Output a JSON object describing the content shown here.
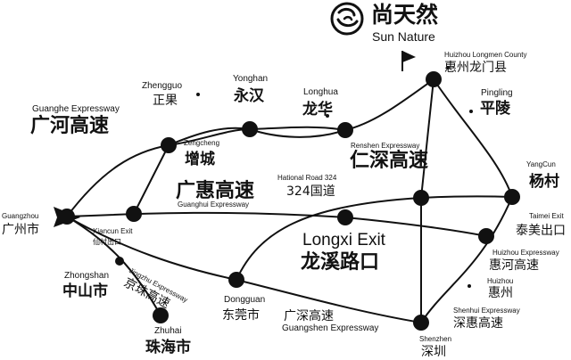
{
  "brand": {
    "name_zh": "尚天然",
    "name_en": "Sun Nature"
  },
  "cities": {
    "guangzhou": {
      "en": "Guangzhou",
      "zh": "广州市"
    },
    "zhengguo": {
      "en": "Zhengguo",
      "zh": "正果"
    },
    "zengcheng": {
      "en": "Zengcheng",
      "zh": "增城"
    },
    "yonghan": {
      "en": "Yonghan",
      "zh": "永汉"
    },
    "longhua": {
      "en": "Longhua",
      "zh": "龙华"
    },
    "longmen": {
      "en": "Huizhou Longmen County",
      "zh": "惠州龙门县"
    },
    "pingling": {
      "en": "Pingling",
      "zh": "平陵"
    },
    "yangcun": {
      "en": "YangCun",
      "zh": "杨村"
    },
    "zhongshan": {
      "en": "Zhongshan",
      "zh": "中山市"
    },
    "zhuhai": {
      "en": "Zhuhai",
      "zh": "珠海市"
    },
    "dongguan": {
      "en": "Dongguan",
      "zh": "东莞市"
    },
    "huizhou": {
      "en": "Huizhou",
      "zh": "惠州"
    },
    "shenzhen": {
      "en": "Shenzhen",
      "zh": "深圳"
    }
  },
  "roads": {
    "guanghe": {
      "en": "Guanghe Expressway",
      "zh": "广河高速"
    },
    "renshen": {
      "en": "Renshen Expressway",
      "zh": "仁深高速"
    },
    "guanghui": {
      "en": "Guanghui Expressway",
      "zh": "广惠高速"
    },
    "national324": {
      "en": "Hational Road 324",
      "zh": "324国道"
    },
    "jingzhu": {
      "en": "Jingzhu Expressway",
      "zh": "京珠高速"
    },
    "guangshen": {
      "en": "Guangshen Expressway",
      "zh": "广深高速"
    },
    "huihe": {
      "en": "Huizhou Expressway",
      "zh": "惠河高速"
    },
    "shenhui": {
      "en": "Shenhui Expressway",
      "zh": "深惠高速"
    }
  },
  "exits": {
    "xiancun": {
      "en": "Xiancun Exit",
      "zh": "仙村出口"
    },
    "longxi": {
      "en": "Longxi Exit",
      "zh": "龙溪路口"
    },
    "taimei": {
      "en": "Taimei Exit",
      "zh": "泰美出口"
    }
  },
  "colors": {
    "ink": "#111111",
    "background": "#ffffff"
  },
  "icons": {
    "logo": "swirl-logo-icon",
    "destination": "flag-icon"
  }
}
